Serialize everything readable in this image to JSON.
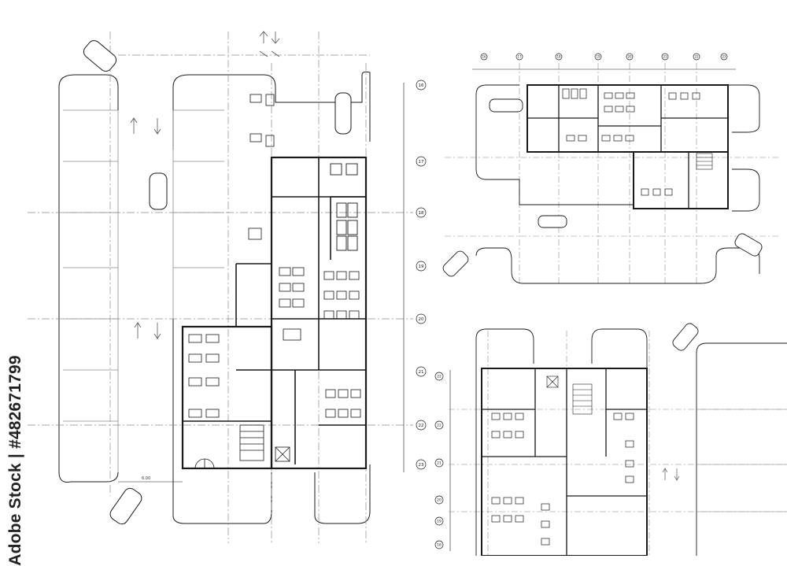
{
  "watermark": {
    "text": "Adobe Stock | #482671799"
  },
  "plan_a": {
    "grid_labels": [
      "16",
      "17",
      "18",
      "19",
      "20",
      "21",
      "22",
      "23"
    ],
    "dimension": "6.00"
  },
  "plan_b": {
    "grid_labels": [
      "16",
      "17",
      "18",
      "19",
      "20",
      "21",
      "22",
      "23"
    ]
  },
  "plan_c": {
    "grid_labels": [
      "22",
      "22",
      "21",
      "20",
      "19",
      "18"
    ]
  },
  "colors": {
    "line": "#1a1a1a",
    "thin": "#8a8a8a",
    "paper": "#ffffff"
  }
}
